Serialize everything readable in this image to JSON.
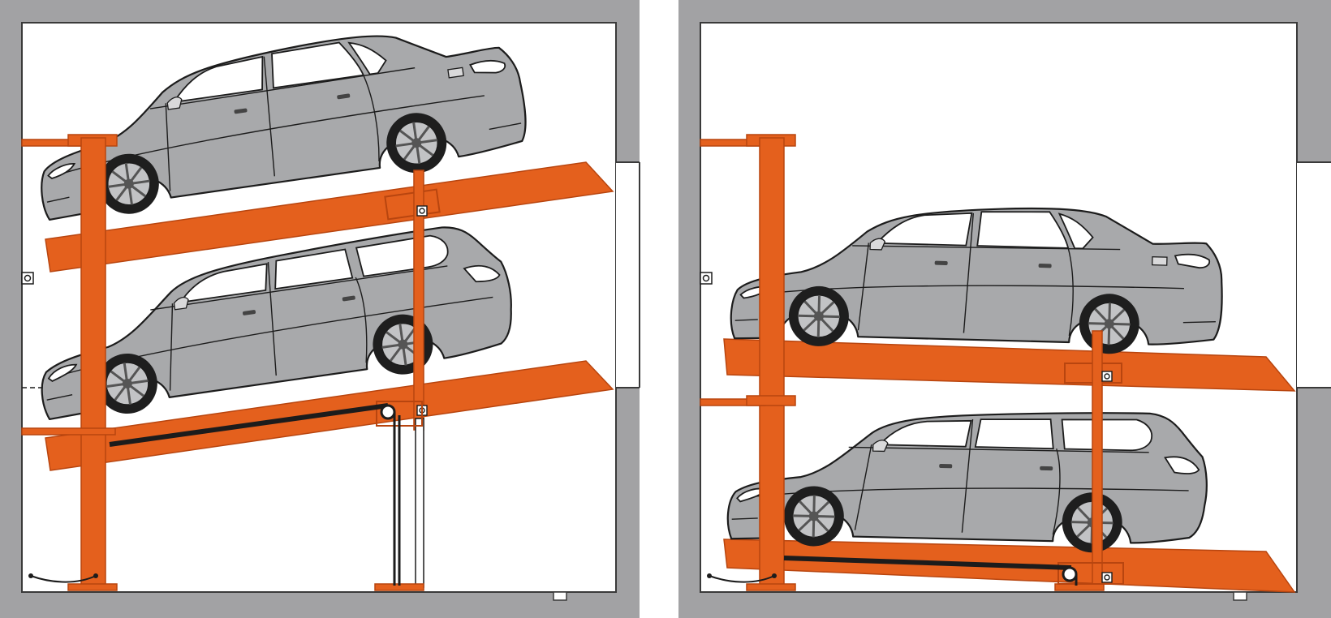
{
  "colors": {
    "wall": "#a2a2a4",
    "wall_dark": "#3a3a3a",
    "platform": "#e4601d",
    "platform_edge": "#b8450f",
    "car_body": "#a8a9ab",
    "car_line": "#1c1c1c",
    "glass": "#ffffff",
    "tire": "#1e1e1e",
    "rim": "#c2c3c5",
    "background": "#ffffff"
  },
  "panels": [
    {
      "id": "left",
      "state": "platforms-tilted"
    },
    {
      "id": "right",
      "state": "platforms-level"
    }
  ],
  "icons": [
    "parking-lift-diagram",
    "sedan-icon",
    "station-wagon-icon",
    "hydraulic-cylinder-icon",
    "control-switch-icon"
  ]
}
